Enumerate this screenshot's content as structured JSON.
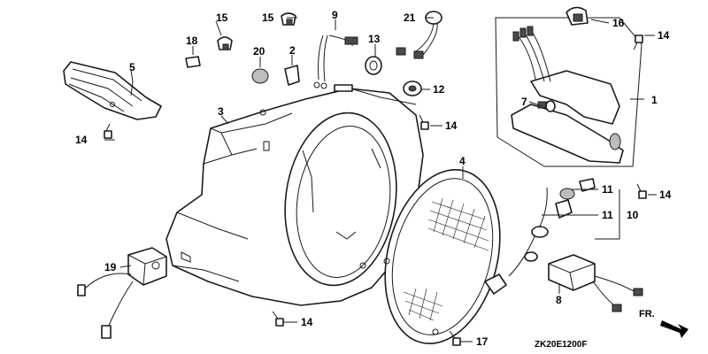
{
  "diagram": {
    "drawing_code": "ZK20E1200F",
    "direction_label": "FR.",
    "callouts": [
      {
        "id": "c1",
        "label": "1"
      },
      {
        "id": "c2",
        "label": "2"
      },
      {
        "id": "c3",
        "label": "3"
      },
      {
        "id": "c4",
        "label": "4"
      },
      {
        "id": "c5",
        "label": "5"
      },
      {
        "id": "c7",
        "label": "7"
      },
      {
        "id": "c8",
        "label": "8"
      },
      {
        "id": "c9",
        "label": "9"
      },
      {
        "id": "c10",
        "label": "10"
      },
      {
        "id": "c11a",
        "label": "11"
      },
      {
        "id": "c11b",
        "label": "11"
      },
      {
        "id": "c12",
        "label": "12"
      },
      {
        "id": "c13",
        "label": "13"
      },
      {
        "id": "c14a",
        "label": "14"
      },
      {
        "id": "c14b",
        "label": "14"
      },
      {
        "id": "c14c",
        "label": "14"
      },
      {
        "id": "c14d",
        "label": "14"
      },
      {
        "id": "c14e",
        "label": "14"
      },
      {
        "id": "c15a",
        "label": "15"
      },
      {
        "id": "c15b",
        "label": "15"
      },
      {
        "id": "c16",
        "label": "16"
      },
      {
        "id": "c17",
        "label": "17"
      },
      {
        "id": "c18",
        "label": "18"
      },
      {
        "id": "c19",
        "label": "19"
      },
      {
        "id": "c20",
        "label": "20"
      },
      {
        "id": "c21",
        "label": "21"
      }
    ]
  }
}
